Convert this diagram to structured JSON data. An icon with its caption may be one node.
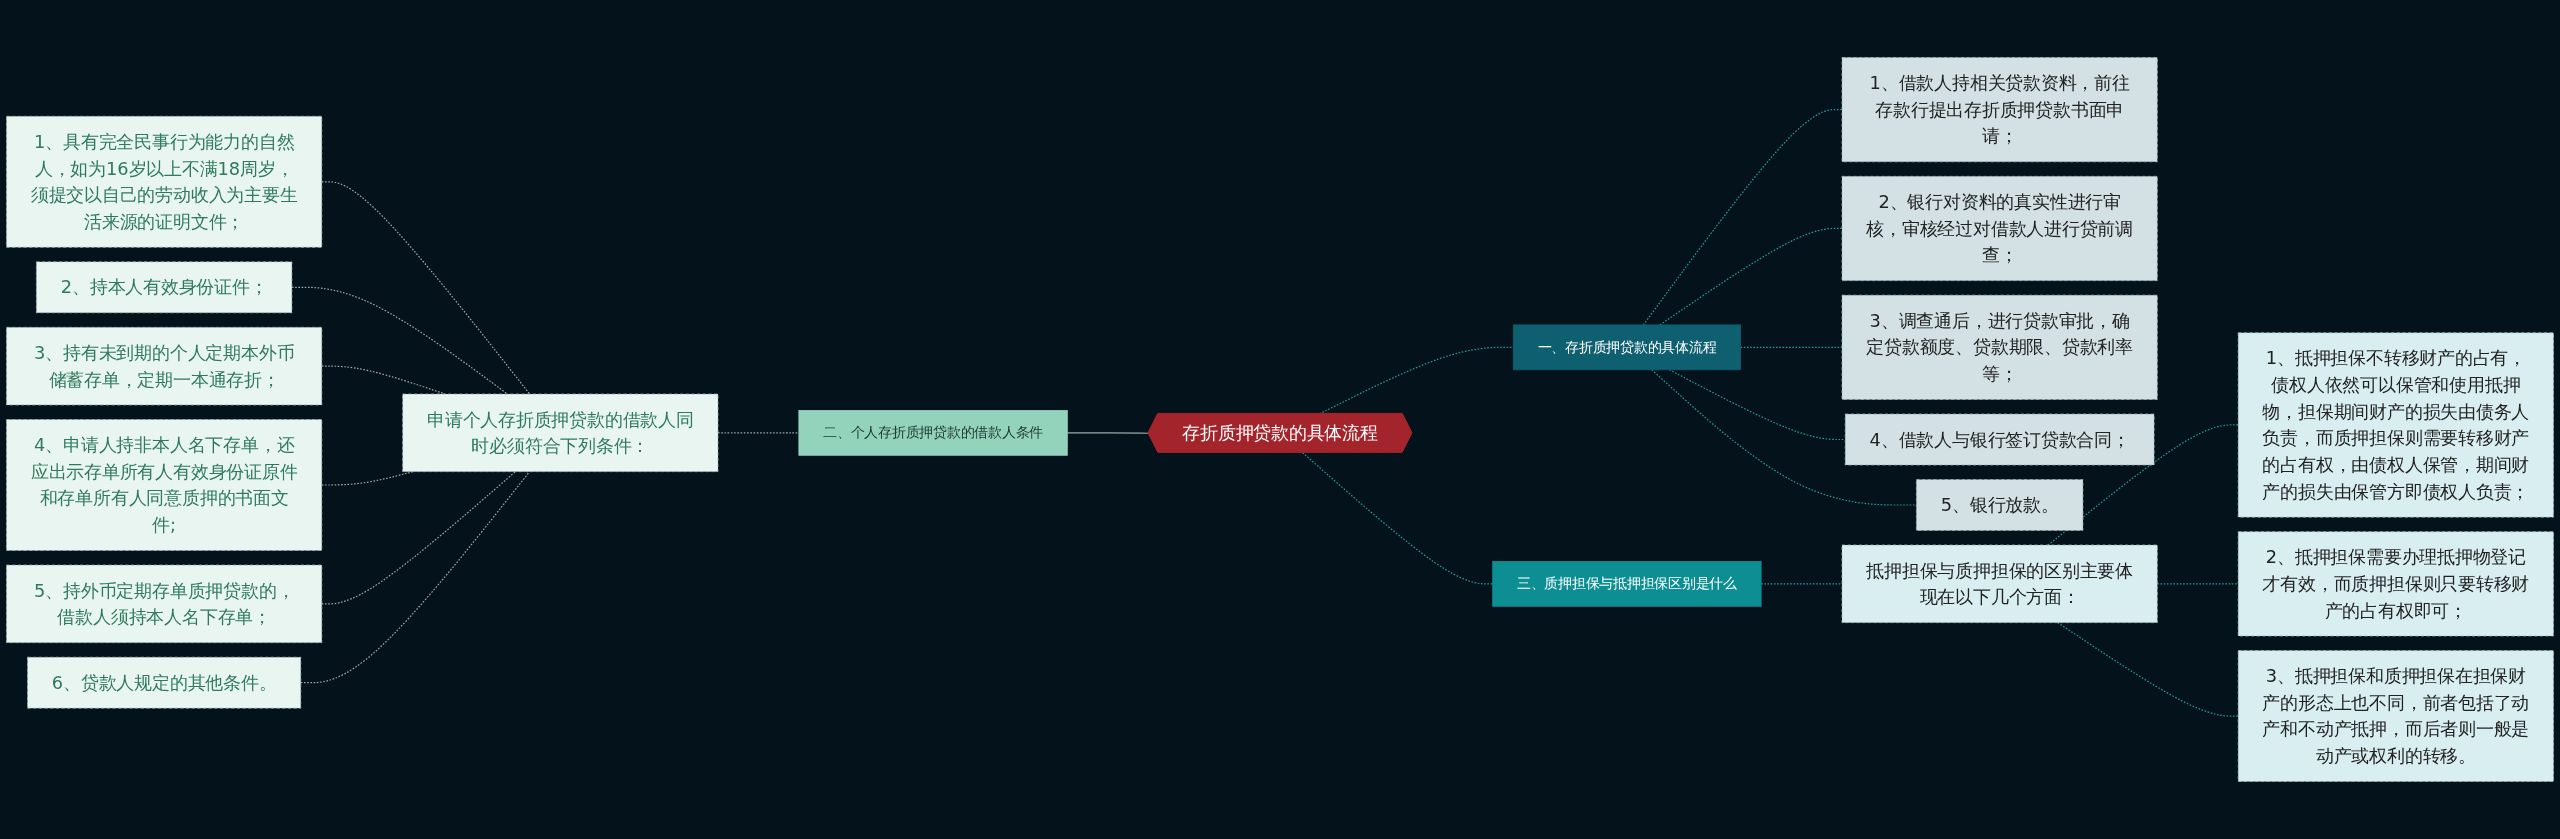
{
  "diagram": {
    "nodes": [
      {
        "text": [
          "存折质押贷款的具体流程"
        ]
      },
      {
        "text": [
          "一、存折质押贷款的具体流程"
        ]
      },
      {
        "text": [
          "1、借款人持相关贷款资料，前往存款行提出存折质押贷款书面申请；"
        ]
      },
      {
        "text": [
          "2、银行对资料的真实性进行审核，审核经过对借款人进行贷前调查；"
        ]
      },
      {
        "text": [
          "3、调查通后，进行贷款审批，确定贷款额度、贷款期限、贷款利率等；"
        ]
      },
      {
        "text": [
          "4、借款人与银行签订贷款合同；"
        ]
      },
      {
        "text": [
          "5、银行放款。"
        ]
      },
      {
        "text": [
          "二、个人存折质押贷款的借款人条件"
        ]
      },
      {
        "text": [
          "申请个人存折质押贷款的借款人同时必须符合下列条件："
        ]
      },
      {
        "text": [
          "1、具有完全民事行为能力的自然人，如为16岁以上不满18周岁，须提交以自己的劳动收入为主要生活来源的证明文件；"
        ]
      },
      {
        "text": [
          "2、持本人有效身份证件；"
        ]
      },
      {
        "text": [
          "3、持有未到期的个人定期本外币储蓄存单，定期一本通存折；"
        ]
      },
      {
        "text": [
          "4、申请人持非本人名下存单，还应出示存单所有人有效身份证原件和存单所有人同意质押的书面文件;"
        ]
      },
      {
        "text": [
          "5、持外币定期存单质押贷款的，借款人须持本人名下存单；"
        ]
      },
      {
        "text": [
          "6、贷款人规定的其他条件。"
        ]
      },
      {
        "text": [
          "三、质押担保与抵押担保区别是什么"
        ]
      },
      {
        "text": [
          "抵押担保与质押担保的区别主要体现在以下几个方面："
        ]
      },
      {
        "text": [
          "1、抵押担保不转移财产的占有，债权人依然可以保管和使用抵押物，担保期间财产的损失由债务人负责，而质押担保则需要转移财产的占有权，由债权人保管，期间财产的损失由保管方即债权人负责；"
        ]
      },
      {
        "text": [
          "2、抵押担保需要办理抵押物登记才有效，而质押担保则只要转移财产的占有权即可；"
        ]
      },
      {
        "text": [
          "3、抵押担保和质押担保在担保财产的形态上也不同，前者包括了动产和不动产抵押，而后者则一般是动产或权利的转移。"
        ]
      }
    ],
    "edges": [
      {
        "from": 0,
        "to": 1,
        "arrow": "none",
        "style": "dashed"
      },
      {
        "from": 1,
        "to": 2,
        "arrow": "none",
        "style": "dashed"
      },
      {
        "from": 1,
        "to": 3,
        "arrow": "none",
        "style": "dashed"
      },
      {
        "from": 1,
        "to": 4,
        "arrow": "none",
        "style": "dashed"
      },
      {
        "from": 1,
        "to": 5,
        "arrow": "none",
        "style": "dashed"
      },
      {
        "from": 1,
        "to": 6,
        "arrow": "none",
        "style": "dashed"
      },
      {
        "from": 0,
        "to": 7,
        "arrow": "none",
        "color": "#9aa9a8"
      },
      {
        "from": 7,
        "to": 8,
        "arrow": "none",
        "style": "dashed",
        "color": "#9aa9a8"
      },
      {
        "from": 8,
        "to": 9,
        "arrow": "none",
        "style": "dashed",
        "color": "#9aa9a8"
      },
      {
        "from": 8,
        "to": 10,
        "arrow": "none",
        "style": "dashed",
        "color": "#9aa9a8"
      },
      {
        "from": 8,
        "to": 11,
        "arrow": "none",
        "style": "dashed",
        "color": "#9aa9a8"
      },
      {
        "from": 8,
        "to": 12,
        "arrow": "none",
        "style": "dashed",
        "color": "#9aa9a8"
      },
      {
        "from": 8,
        "to": 13,
        "arrow": "none",
        "style": "dashed",
        "color": "#9aa9a8"
      },
      {
        "from": 8,
        "to": 14,
        "arrow": "none",
        "style": "dashed",
        "color": "#9aa9a8"
      },
      {
        "from": 0,
        "to": 15,
        "arrow": "none",
        "style": "dashed"
      },
      {
        "from": 15,
        "to": 16,
        "arrow": "none",
        "style": "dashed"
      },
      {
        "from": 16,
        "to": 17,
        "arrow": "none",
        "style": "dashed"
      },
      {
        "from": 16,
        "to": 18,
        "arrow": "none",
        "style": "dashed"
      },
      {
        "from": 16,
        "to": 19,
        "arrow": "none",
        "style": "dashed"
      }
    ]
  }
}
